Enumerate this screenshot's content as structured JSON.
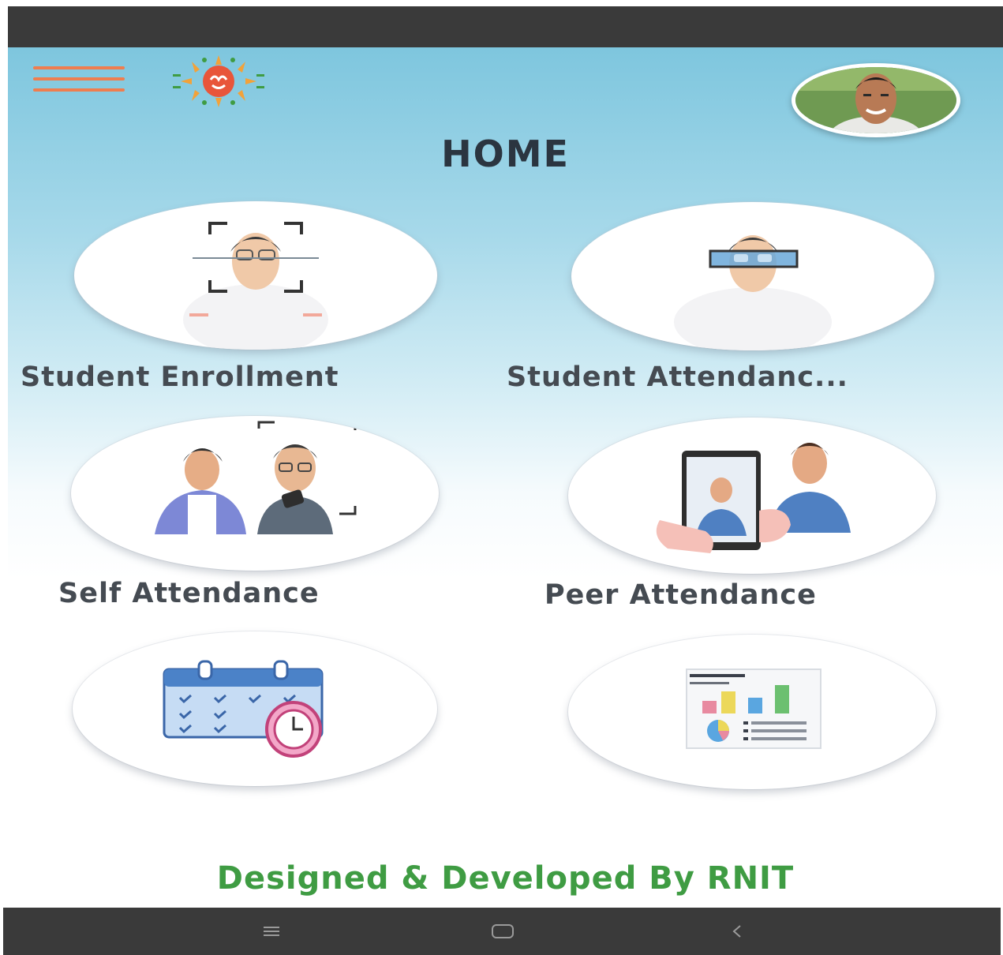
{
  "header": {
    "title": "HOME",
    "menu_icon": "hamburger-menu-icon",
    "logo_icon": "sun-logo-icon",
    "avatar": "user-avatar"
  },
  "tiles": [
    {
      "label": "Student Enrollment",
      "icon": "face-scan-enrollment-icon"
    },
    {
      "label": "Student Attendanc...",
      "icon": "face-recognition-icon"
    },
    {
      "label": "Self Attendance",
      "icon": "selfie-face-scan-icon"
    },
    {
      "label": "Peer Attendance",
      "icon": "peer-photo-capture-icon"
    },
    {
      "label": "",
      "icon": "calendar-clock-icon"
    },
    {
      "label": "",
      "icon": "report-charts-icon"
    }
  ],
  "footer": {
    "credit": "Designed & Developed By RNIT"
  },
  "nav_bar": {
    "recent_icon": "recent-apps-icon",
    "home_icon": "home-icon",
    "back_icon": "back-icon"
  },
  "colors": {
    "menu_accent": "#ef7d4f",
    "credit_green": "#3f9c43",
    "title_text": "#2b3540",
    "bar_dark": "#3a3a3a"
  }
}
